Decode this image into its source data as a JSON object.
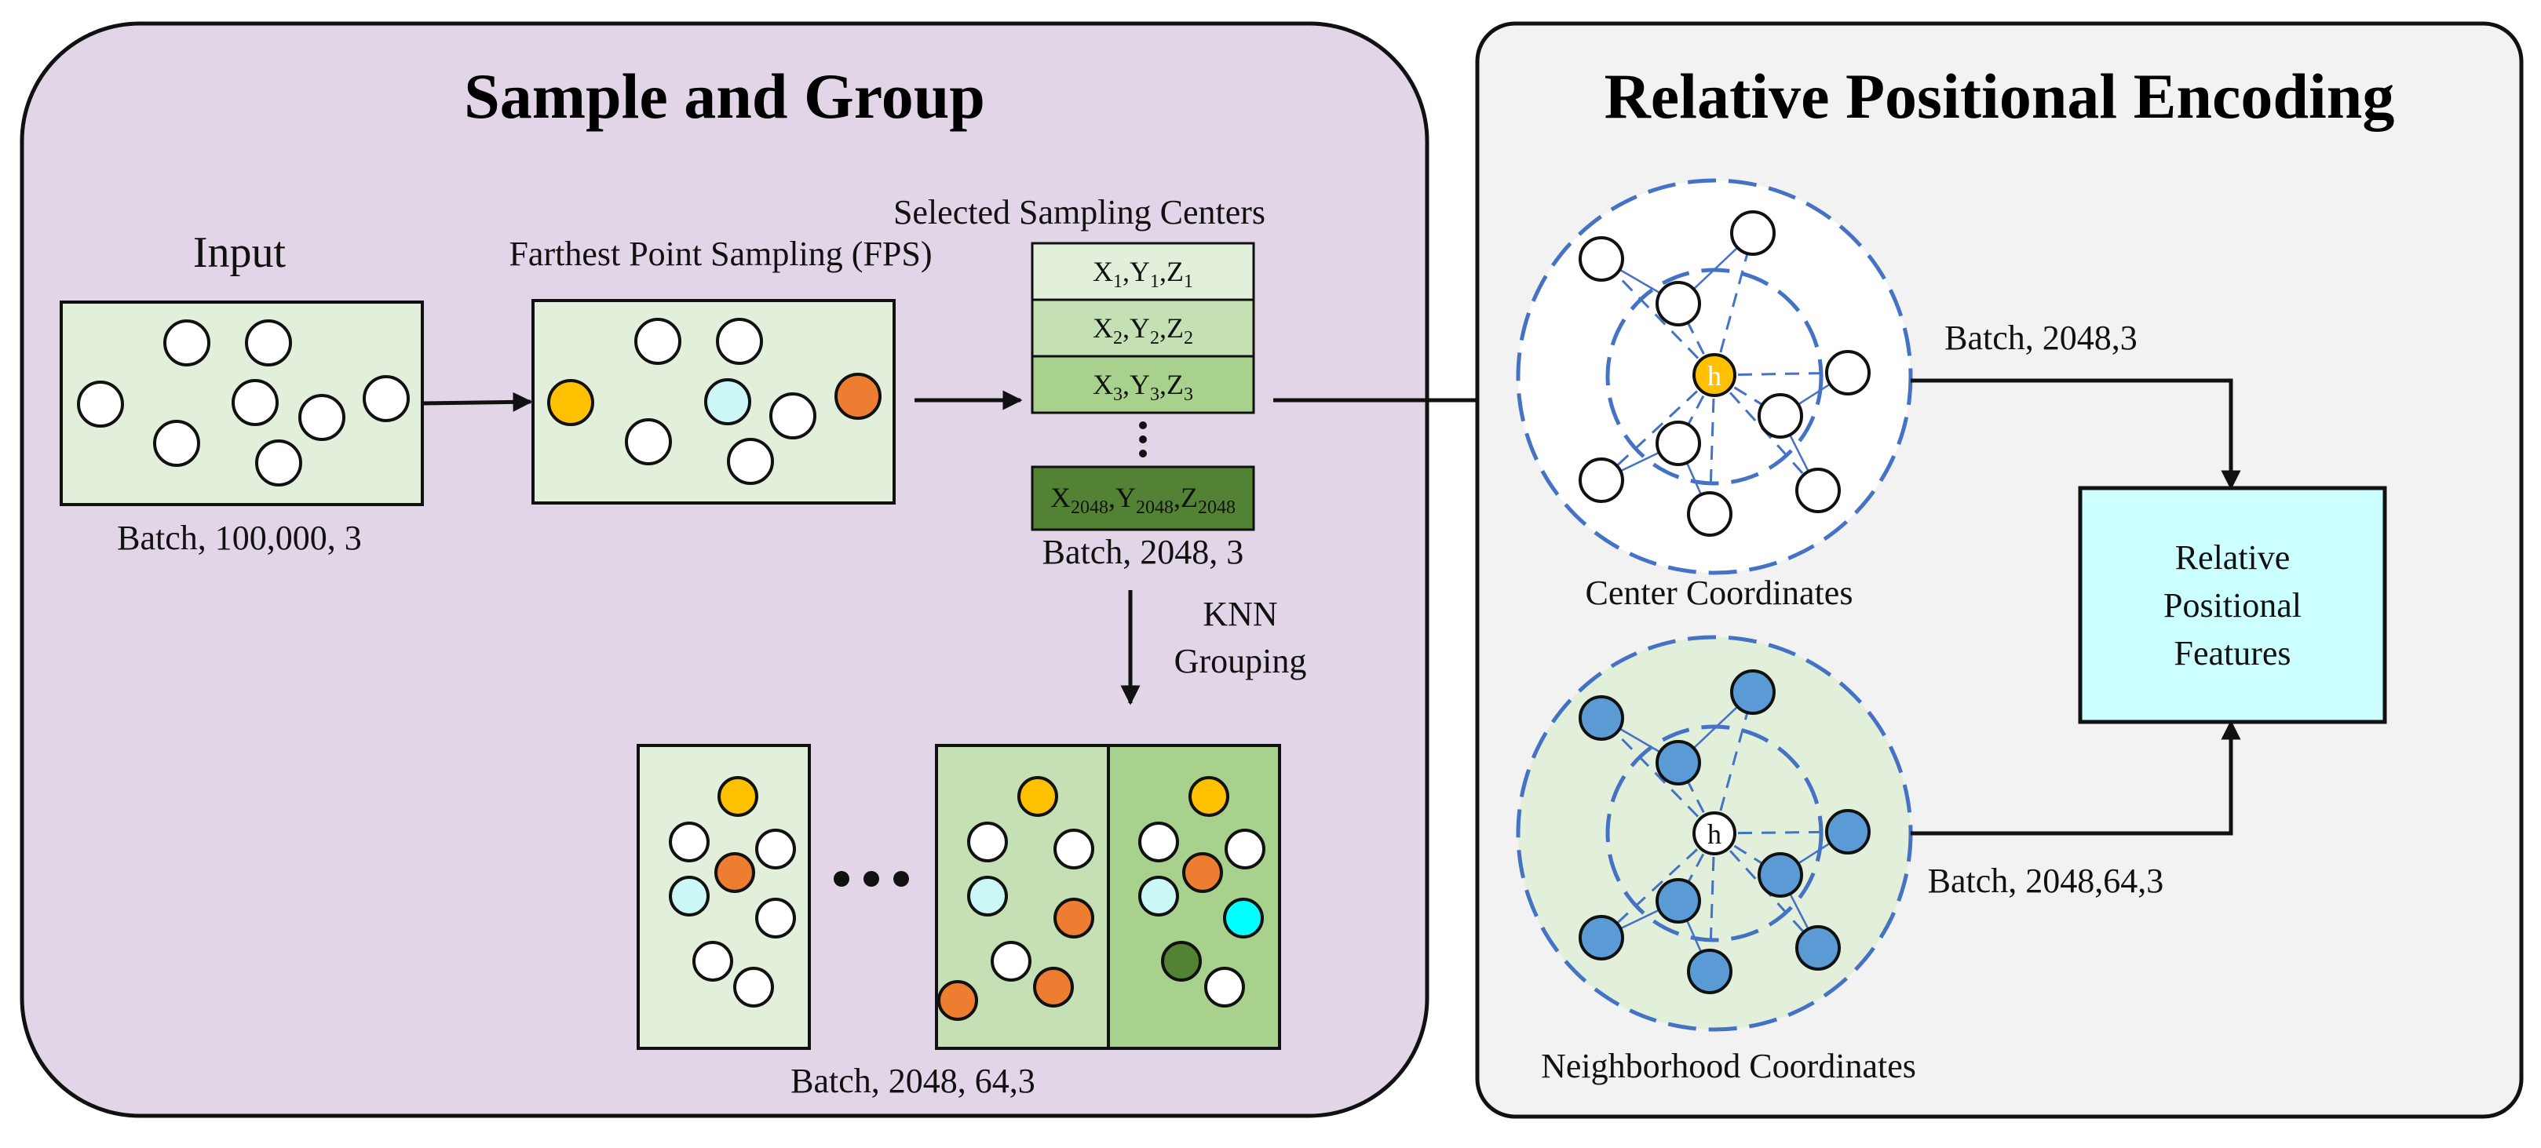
{
  "left_panel": {
    "title": "Sample and Group",
    "input_label": "Input",
    "input_shape": "Batch, 100,000, 3",
    "fps_label": "Farthest Point Sampling (FPS)",
    "centers_label": "Selected Sampling Centers",
    "centers_rows": [
      {
        "x": "X",
        "y": "Y",
        "z": "Z",
        "i": "1"
      },
      {
        "x": "X",
        "y": "Y",
        "z": "Z",
        "i": "2"
      },
      {
        "x": "X",
        "y": "Y",
        "z": "Z",
        "i": "3"
      },
      {
        "x": "X",
        "y": "Y",
        "z": "Z",
        "i": "2048"
      }
    ],
    "centers_shape": "Batch, 2048, 3",
    "knn_label_1": "KNN",
    "knn_label_2": "Grouping",
    "groups_shape": "Batch, 2048, 64,3"
  },
  "right_panel": {
    "title": "Relative Positional Encoding",
    "center_coords_label": "Center Coordinates",
    "neighborhood_coords_label": "Neighborhood Coordinates",
    "center_node_label": "h",
    "neighbor_node_label": "h",
    "top_shape": "Batch, 2048,3",
    "bottom_shape": "Batch, 2048,64,3",
    "output_line_1": "Relative",
    "output_line_2": "Positional",
    "output_line_3": "Features"
  },
  "colors": {
    "left_panel_bg": "#e1d5e7",
    "right_panel_bg": "#f2f2f2",
    "light_green": "#e2efda",
    "mid_green": "#c5e0b4",
    "green": "#a9d18e",
    "dark_green": "#548235",
    "orange": "#ed7d31",
    "yellow": "#ffc000",
    "light_cyan": "#ccf7f7",
    "cyan": "#00ffff",
    "blue_point": "#5b9bd5",
    "dash_blue": "#4472c4",
    "output_box": "#ccffff"
  }
}
